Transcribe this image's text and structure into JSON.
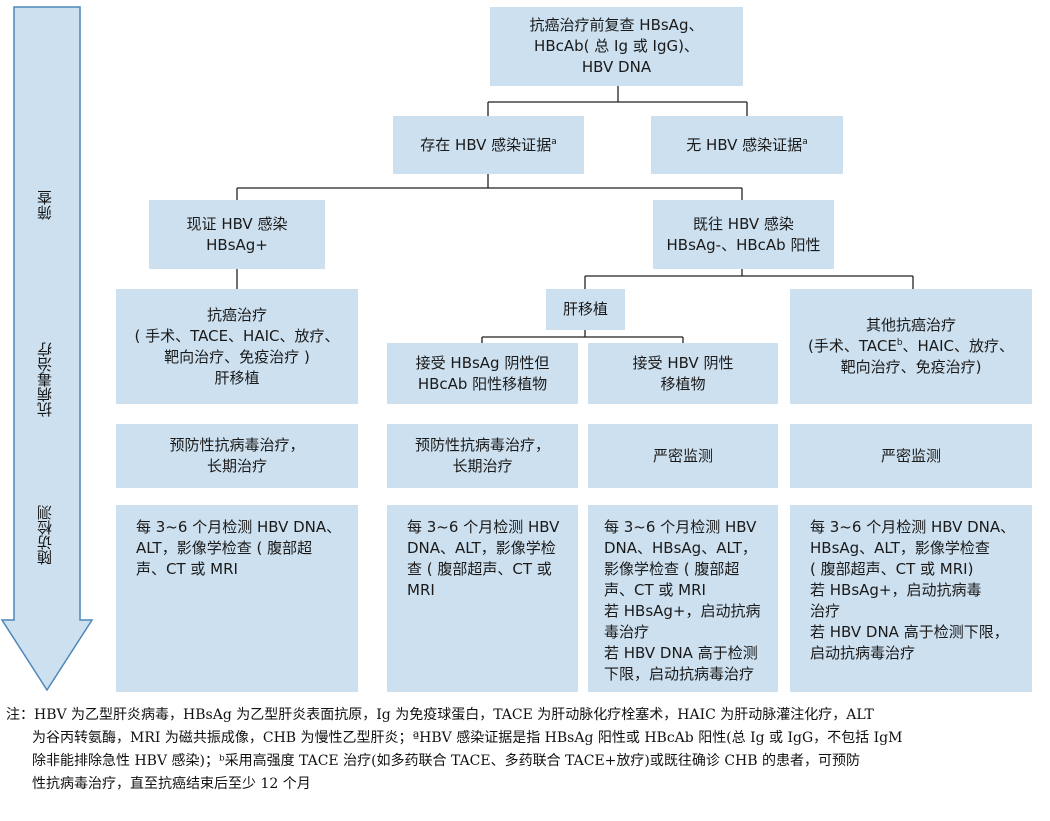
{
  "stages": [
    "筛查",
    "抗病毒治疗",
    "随访检测"
  ],
  "top": {
    "lines": [
      "抗癌治疗前复查 HBsAg、",
      "HBcAb( 总 Ig 或 IgG)、",
      "HBV DNA"
    ]
  },
  "has_infection": {
    "text": "存在 HBV 感染证据",
    "sup": "a"
  },
  "no_infection": {
    "text": "无 HBV 感染证据",
    "sup": "a"
  },
  "current": {
    "lines": [
      "现证 HBV 感染",
      "HBsAg+"
    ]
  },
  "past": {
    "lines": [
      "既往 HBV 感染",
      "HBsAg-、HBcAb 阳性"
    ]
  },
  "col1": {
    "treat": [
      "抗癌治疗",
      "( 手术、TACE、HAIC、放疗、",
      "靶向治疗、免疫治疗 )",
      "肝移植"
    ],
    "antiviral": [
      "预防性抗病毒治疗，",
      "长期治疗"
    ],
    "follow": [
      "每 3~6 个月检测 HBV DNA、",
      "ALT，影像学检查 ( 腹部超",
      "声、CT 或 MRI"
    ]
  },
  "liver_tx": {
    "text": "肝移植"
  },
  "col2": {
    "graft": [
      "接受 HBsAg 阴性但",
      "HBcAb 阳性移植物"
    ],
    "antiviral": [
      "预防性抗病毒治疗，",
      "长期治疗"
    ],
    "follow": [
      "每 3~6 个月检测 HBV",
      "DNA、ALT，影像学检",
      "查 ( 腹部超声、CT 或",
      "MRI"
    ]
  },
  "col3": {
    "graft": [
      "接受 HBV 阴性",
      "移植物"
    ],
    "monitor": [
      "严密监测"
    ],
    "follow": [
      "每 3~6 个月检测 HBV",
      "DNA、HBsAg、ALT，",
      "影像学检查 ( 腹部超",
      "声、CT 或 MRI",
      "若 HBsAg+，启动抗病",
      "毒治疗",
      "若 HBV DNA 高于检测",
      "下限，启动抗病毒治疗"
    ]
  },
  "col4": {
    "treat_title": "其他抗癌治疗",
    "treat_line2_pre": "(手术、TACE",
    "treat_line2_sup": "b",
    "treat_line2_post": "、HAIC、放疗、",
    "treat_line3": "靶向治疗、免疫治疗)",
    "monitor": [
      "严密监测"
    ],
    "follow": [
      "每 3~6 个月检测 HBV DNA、",
      "HBsAg、ALT，影像学检查",
      "( 腹部超声、CT 或 MRI)",
      "若 HBsAg+，启动抗病毒",
      "治疗",
      "若 HBV DNA 高于检测下限，",
      "启动抗病毒治疗"
    ]
  },
  "notes": [
    "注：HBV 为乙型肝炎病毒，HBsAg 为乙型肝炎表面抗原，Ig 为免疫球蛋白，TACE 为肝动脉化疗栓塞术，HAIC 为肝动脉灌注化疗，ALT",
    "为谷丙转氨酶，MRI 为磁共振成像，CHB 为慢性乙型肝炎；ªHBV 感染证据是指 HBsAg 阳性或 HBcAb 阳性(总 Ig 或 IgG，不包括 IgM",
    "除非能排除急性 HBV 感染)；ᵇ采用高强度 TACE 治疗(如多药联合 TACE、多药联合 TACE+放疗)或既往确诊 CHB 的患者，可预防",
    "性抗病毒治疗，直至抗癌结束后至少 12 个月"
  ]
}
